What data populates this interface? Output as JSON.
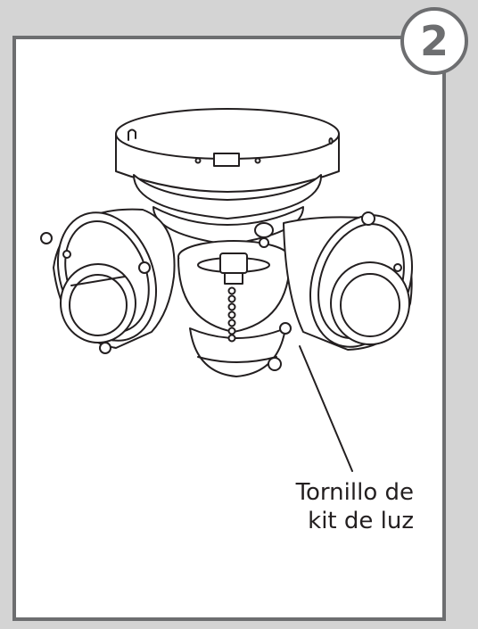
{
  "step": {
    "number": "2"
  },
  "callout": {
    "line1": "Tornillo de",
    "line2": "kit de luz"
  },
  "colors": {
    "background": "#d4d4d4",
    "panel_border": "#6d6e70",
    "line_art": "#231f20"
  },
  "icons": [
    "light-kit-illustration",
    "light-kit-screw-icon"
  ]
}
